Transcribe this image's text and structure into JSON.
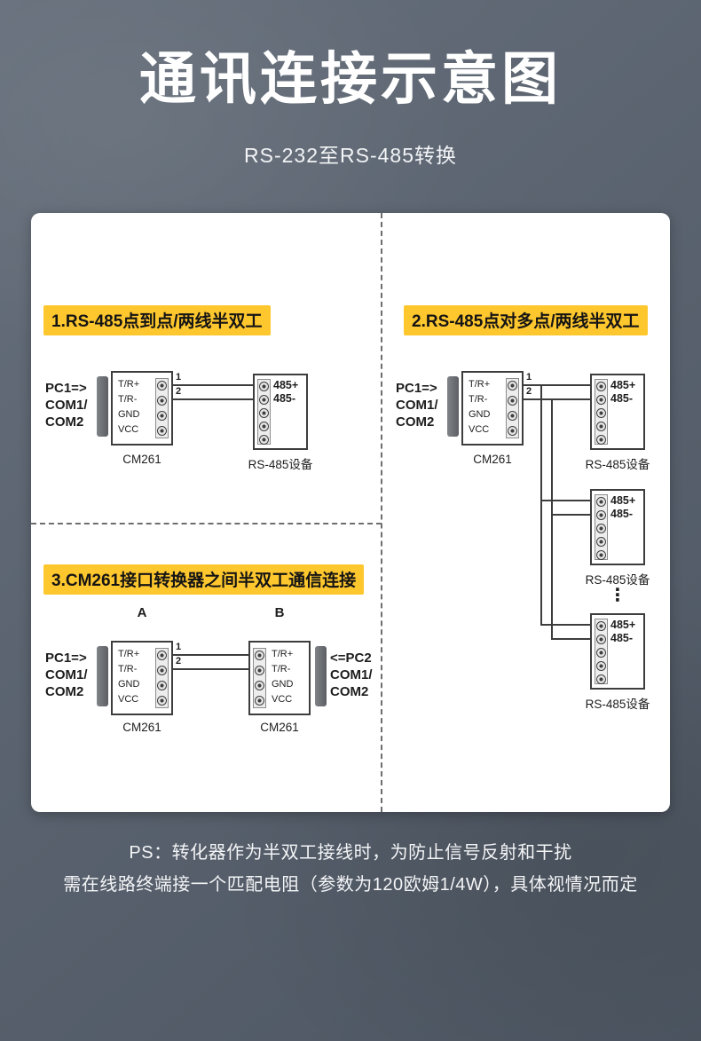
{
  "colors": {
    "bg": "#59626e",
    "bg2": "#67707c",
    "panel": "#ffffff",
    "accent": "#ffc72e",
    "line": "#3d3d3d"
  },
  "header": {
    "title": "通讯连接示意图",
    "subtitle": "RS-232至RS-485转换"
  },
  "common": {
    "converter_name": "CM261",
    "device_name": "RS-485设备",
    "converter_pins": [
      "T/R+",
      "T/R-",
      "GND",
      "VCC"
    ],
    "device_pins": [
      "485+",
      "485-"
    ],
    "wire1": "1",
    "wire2": "2",
    "pc1": [
      "PC1=>",
      "COM1/",
      "COM2"
    ],
    "pc2": [
      "<=PC2",
      "COM1/",
      "COM2"
    ],
    "ellipsis": "⋮"
  },
  "sections": {
    "one": {
      "heading": "1.RS-485点到点/两线半双工"
    },
    "two": {
      "heading": "2.RS-485点对多点/两线半双工"
    },
    "three": {
      "heading": "3.CM261接口转换器之间半双工通信连接",
      "label_a": "A",
      "label_b": "B"
    }
  },
  "footer": {
    "line1": "PS：转化器作为半双工接线时，为防止信号反射和干扰",
    "line2": "需在线路终端接一个匹配电阻（参数为120欧姆1/4W），具体视情况而定"
  }
}
